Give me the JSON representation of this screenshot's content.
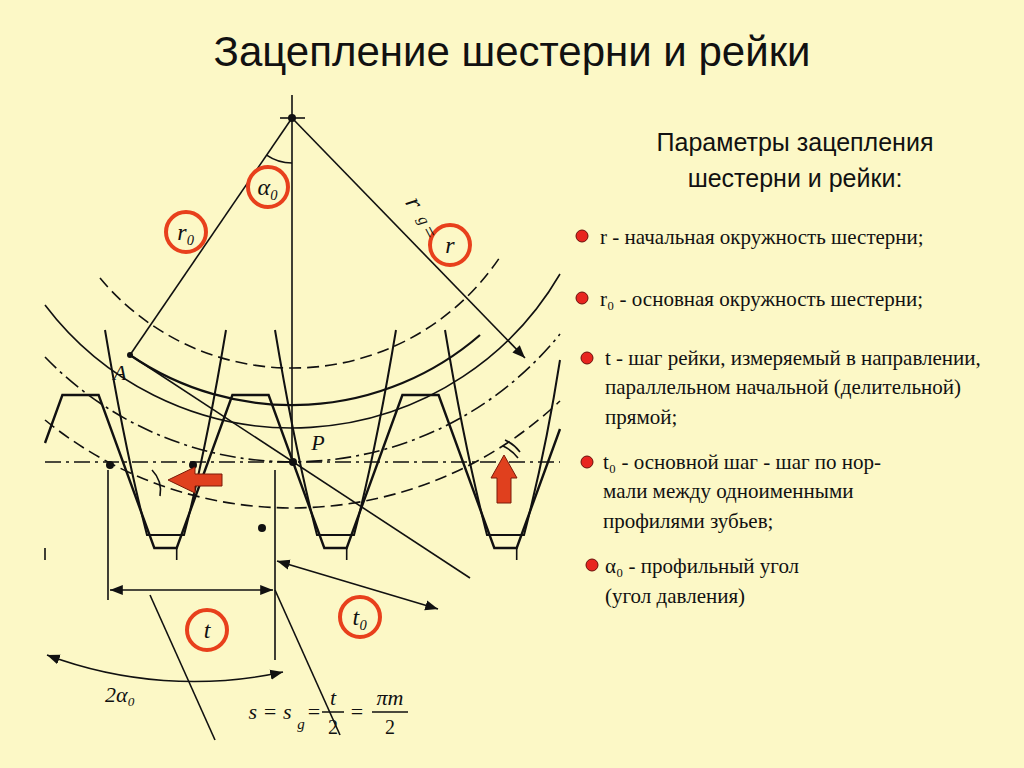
{
  "diagram": {
    "title": "Зацепление шестерни и рейки",
    "nodes": [
      {
        "text": [
          "α₀"
        ]
      },
      {
        "text": [
          "r₀"
        ]
      },
      {
        "text": [
          "r"
        ]
      },
      {
        "text": [
          "t"
        ]
      },
      {
        "text": [
          "t₀"
        ]
      }
    ],
    "labels": [
      "Параметры зацепления шестерни и рейки:",
      "r - начальная окружность шестерни;",
      "r₀ - основная окружность шестерни;",
      "t - шаг рейки, измеряемый в направлении, параллельном начальной (делительной) прямой;",
      "t₀ - основной шаг - шаг по нор- мали между одноименными профилями зубьев;",
      "α₀ - профильный угол (угол давления)",
      "A",
      "P",
      "r",
      "g",
      "=",
      "2α₀",
      "s = s",
      "g",
      "=",
      "t",
      "2",
      "=",
      "πm",
      "2"
    ]
  }
}
